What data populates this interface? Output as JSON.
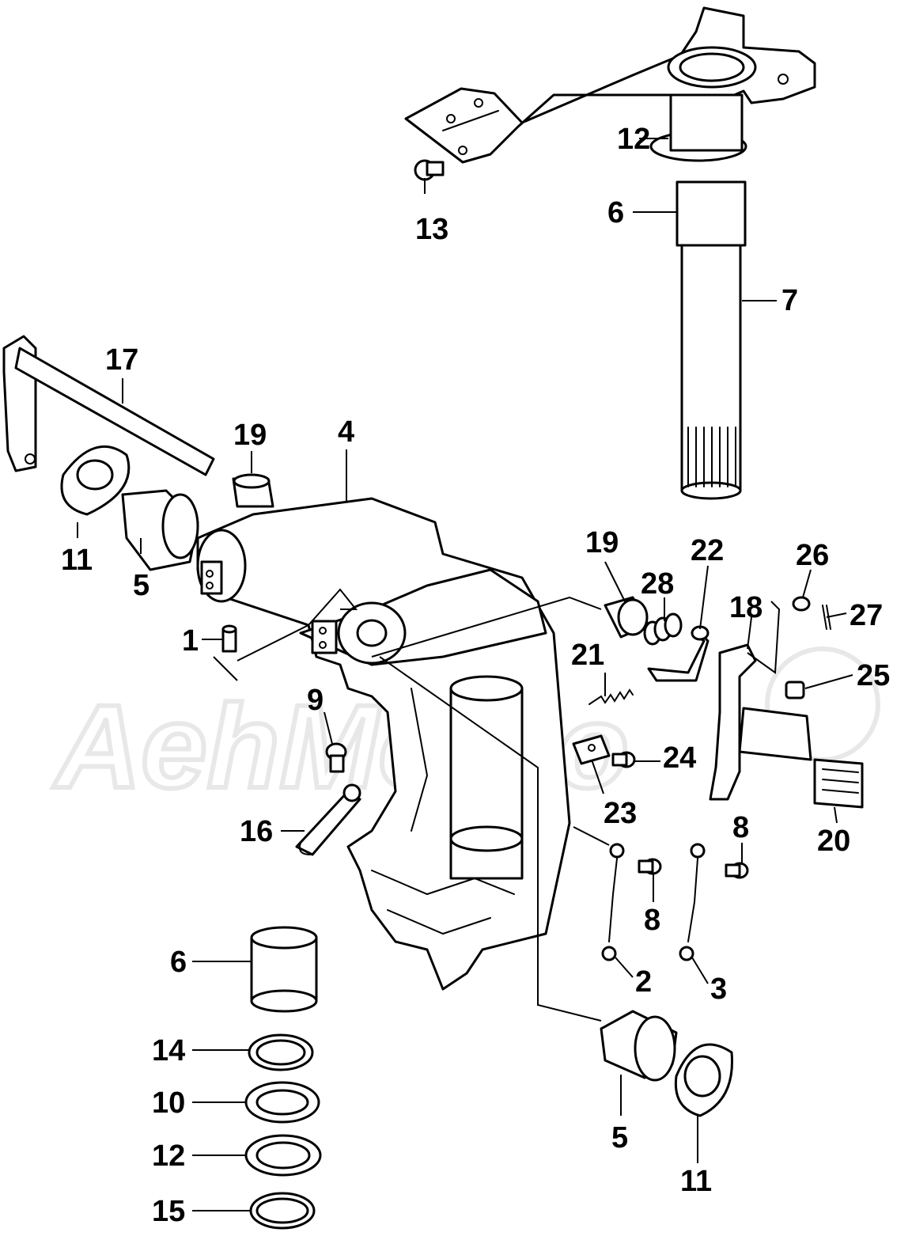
{
  "watermark": {
    "text": "AehMomo"
  },
  "callouts": [
    "12",
    "6",
    "13",
    "7",
    "17",
    "19",
    "4",
    "11",
    "5",
    "19",
    "28",
    "22",
    "26",
    "18",
    "27",
    "1",
    "21",
    "25",
    "9",
    "24",
    "23",
    "20",
    "16",
    "8",
    "8",
    "6",
    "2",
    "3",
    "14",
    "10",
    "12",
    "5",
    "15",
    "11"
  ]
}
